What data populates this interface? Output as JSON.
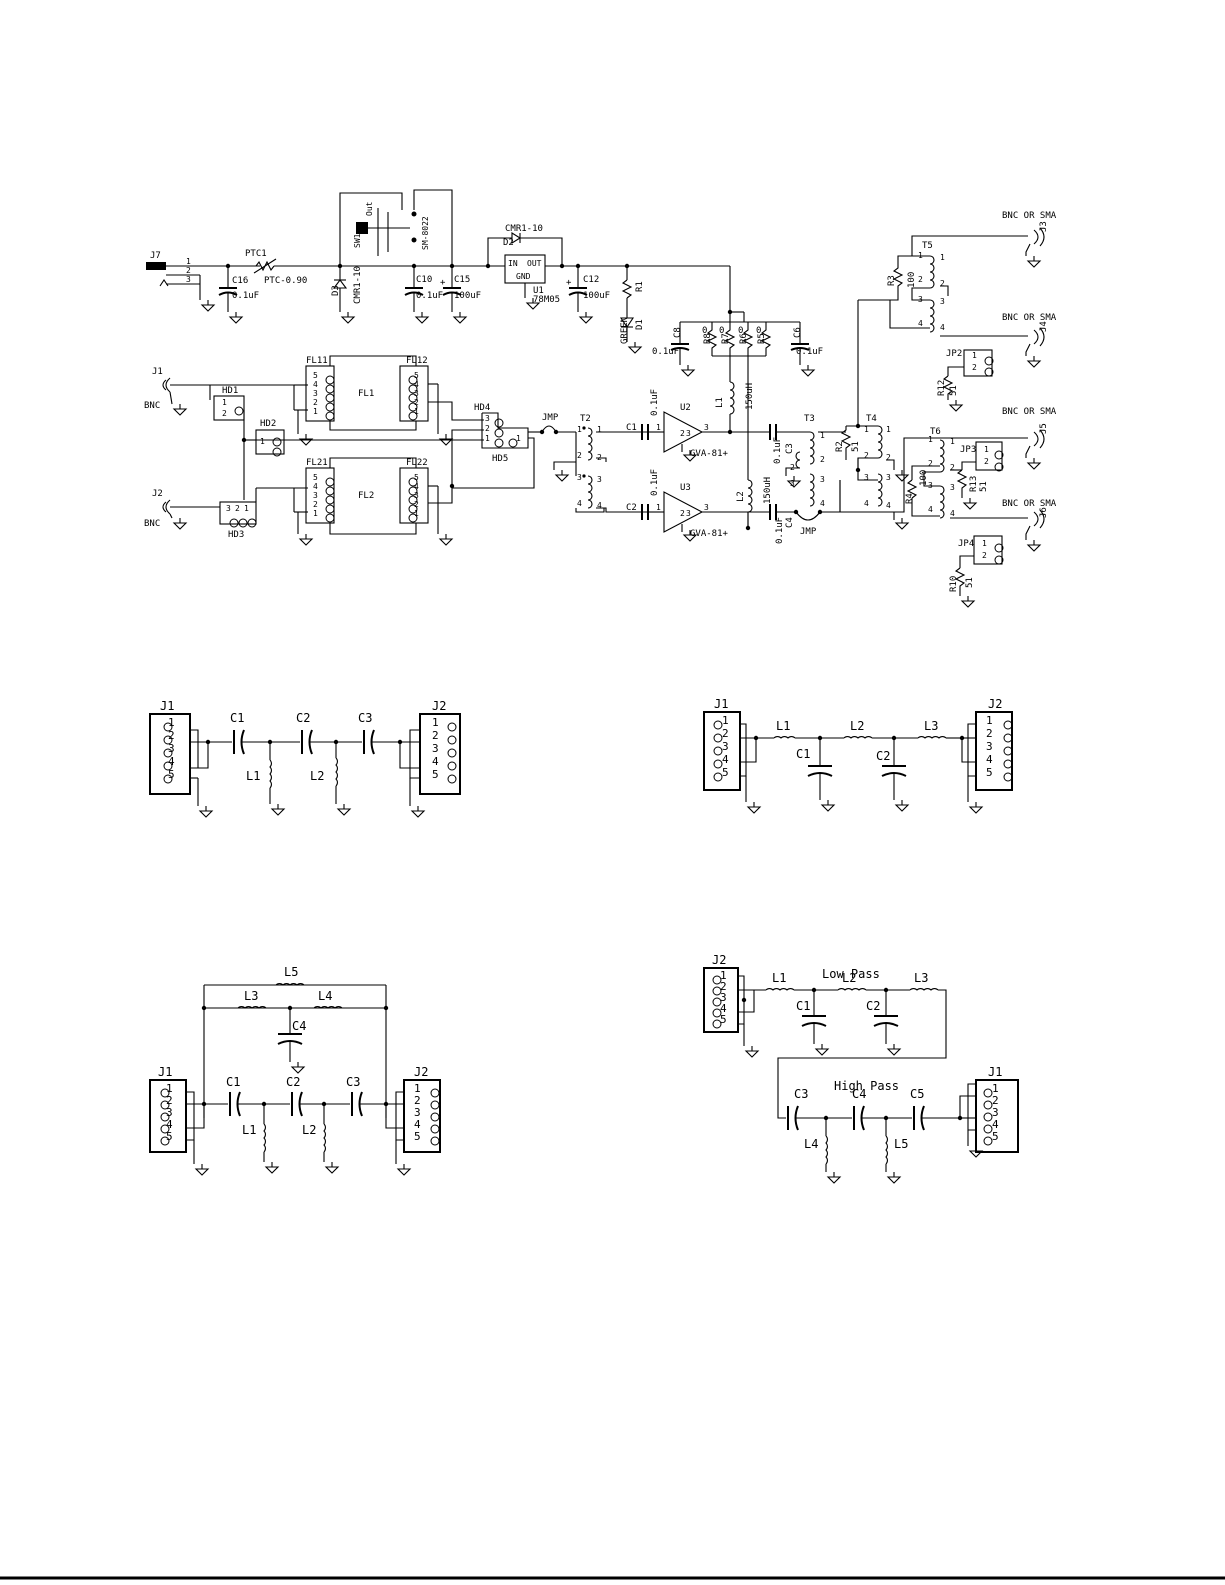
{
  "top": {
    "j7": "J7",
    "j7_pins": [
      "1",
      "2",
      "3"
    ],
    "ptc1": "PTC1",
    "ptc_val": "PTC-0.90",
    "c16": "C16",
    "c16_val": "0.1uF",
    "d3": "D3",
    "d3_val": "CMR1-10",
    "sw1": "SW1",
    "sw_out": "Out",
    "sw_part": "SM-8022",
    "c10": "C10",
    "c10_val": "0.1uF",
    "c15": "C15",
    "c15_val": "100uF",
    "d2": "D2",
    "d2_val": "CMR1-10",
    "u1": "U1",
    "u1_val": "78M05",
    "u1_in": "IN",
    "u1_out": "OUT",
    "u1_gnd": "GND",
    "c12": "C12",
    "c12_val": "100uF",
    "r1": "R1",
    "d1": "D1",
    "green": "GREEN",
    "c8": "C8",
    "c8_val": "0.1uF",
    "r8": "R8",
    "r7": "R7",
    "r6": "R6",
    "r5": "R5",
    "zero": "0",
    "c6": "C6",
    "c6_val": "0.1uF",
    "l1": "L1",
    "l1_val": "150uH",
    "l2": "L2",
    "l2_val": "150uH",
    "j1": "J1",
    "j2": "J2",
    "bnc": "BNC",
    "hd1": "HD1",
    "hd2": "HD2",
    "hd3": "HD3",
    "hd4": "HD4",
    "hd5": "HD5",
    "fl11": "FL11",
    "fl12": "FL12",
    "fl21": "FL21",
    "fl22": "FL22",
    "fl1": "FL1",
    "fl2": "FL2",
    "fl_pins": [
      "5",
      "4",
      "3",
      "2",
      "1"
    ],
    "jmp": "JMP",
    "t2": "T2",
    "t3": "T3",
    "t4": "T4",
    "t5": "T5",
    "t6": "T6",
    "c1": "C1",
    "c1_val": "0.1uF",
    "c2": "C2",
    "c2_val": "0.1uF",
    "c3": "C3",
    "c3_val": "0.1uF",
    "c4": "C4",
    "c4_val": "0.1uF",
    "u2": "U2",
    "u3": "U3",
    "gva": "GVA-81+",
    "r2": "R2",
    "r2_val": "51",
    "r3": "R3",
    "r3_val": "100",
    "r4": "R4",
    "r4_val": "100",
    "r12": "R12",
    "r12_val": "51",
    "r13": "R13",
    "r13_val": "51",
    "r10": "R10",
    "r10_val": "51",
    "jp2": "JP2",
    "jp3": "JP3",
    "jp4": "JP4",
    "j3": "J3",
    "j4": "J4",
    "j5": "J5",
    "j6": "J6",
    "bnc_sma": "BNC OR SMA",
    "pin1": "1",
    "pin2": "2",
    "pin3": "3",
    "pin4": "4"
  },
  "filters": {
    "j1": "J1",
    "j2": "J2",
    "pins": [
      "1",
      "2",
      "3",
      "4",
      "5"
    ],
    "c1": "C1",
    "c2": "C2",
    "c3": "C3",
    "c4": "C4",
    "c5": "C5",
    "l1": "L1",
    "l2": "L2",
    "l3": "L3",
    "l4": "L4",
    "l5": "L5",
    "low_pass": "Low Pass",
    "high_pass": "High Pass"
  }
}
